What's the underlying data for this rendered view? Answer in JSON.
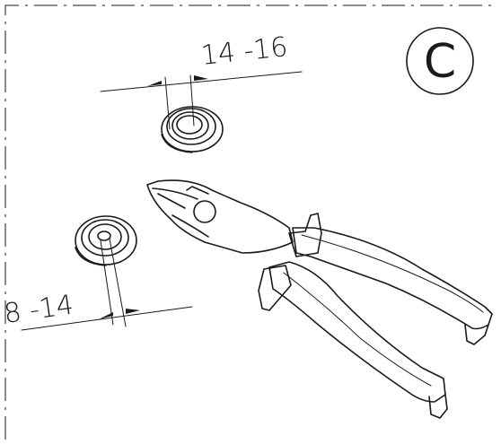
{
  "figure": {
    "step_label": "C",
    "dimension_top": "14 -16",
    "dimension_bottom": "8 -14"
  }
}
